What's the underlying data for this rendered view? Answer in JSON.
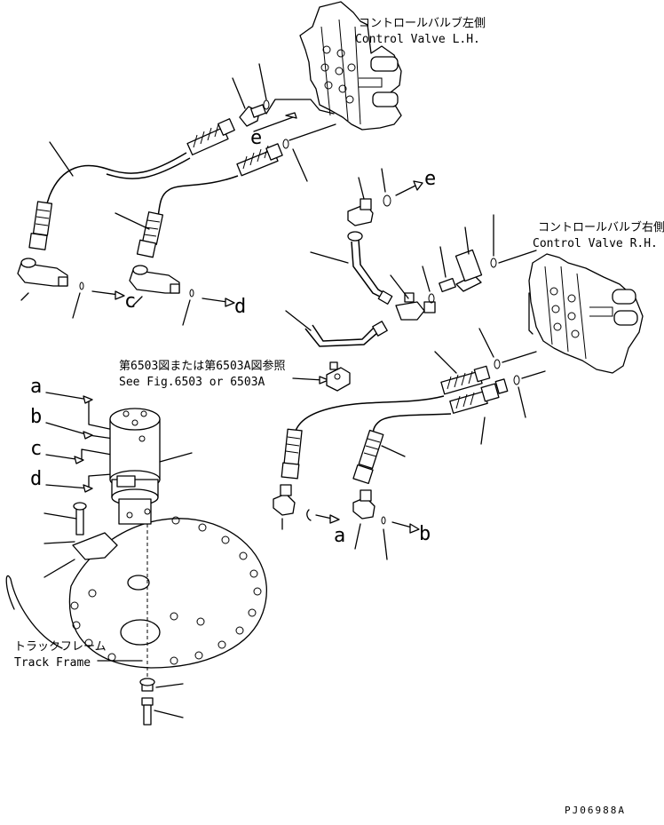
{
  "callouts": {
    "valve_lh_jp": "コントロールバルブ左側",
    "valve_lh_en": "Control Valve L.H.",
    "valve_rh_jp": "コントロールバルブ右側",
    "valve_rh_en": "Control Valve R.H.",
    "ref_jp": "第6503図または第6503A図参照",
    "ref_en": "See Fig.6503 or 6503A",
    "track_jp": "トラックフレーム",
    "track_en": "Track Frame"
  },
  "letters": {
    "a": "a",
    "b": "b",
    "c": "c",
    "d": "d",
    "e": "e"
  },
  "drawing_code": "PJ06988A"
}
